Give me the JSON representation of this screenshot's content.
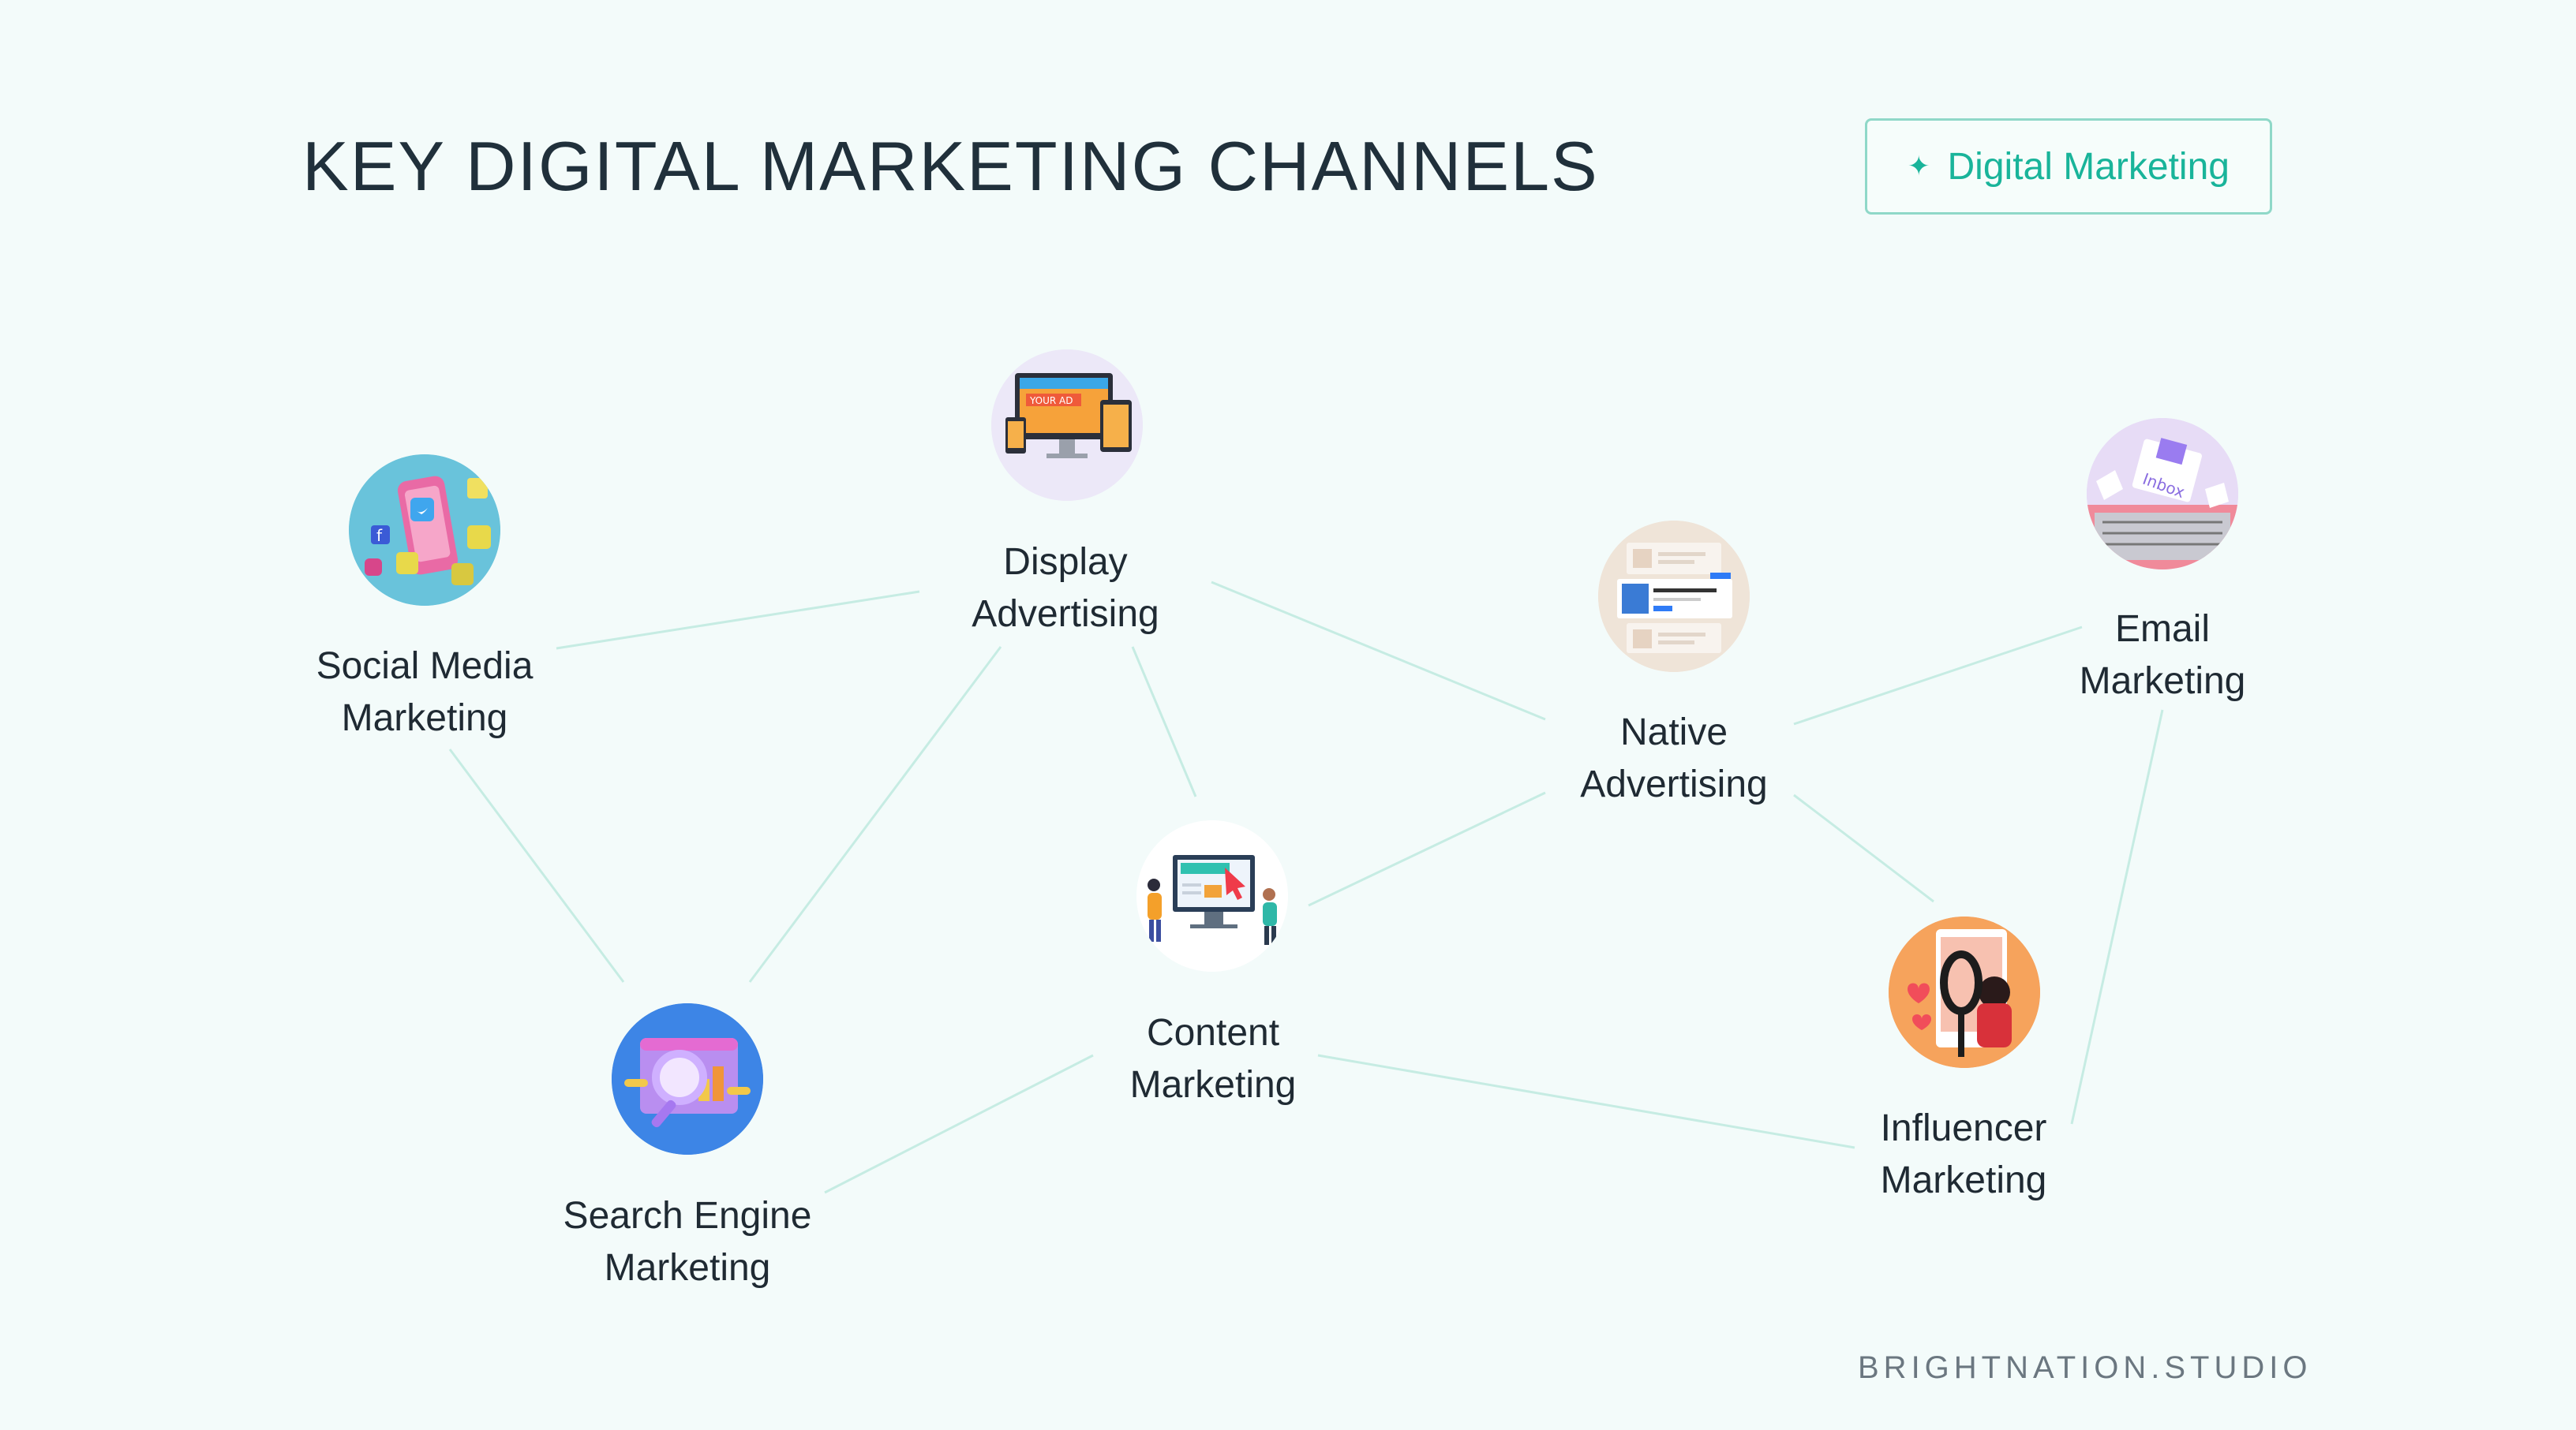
{
  "title": "KEY DIGITAL MARKETING CHANNELS",
  "tag": {
    "label": "Digital Marketing",
    "icon": "sparkle-icon"
  },
  "footer": "BRIGHTNATION.STUDIO",
  "colors": {
    "background": "#f3fbfa",
    "accent": "#19b49a",
    "edge": "#c6ece3",
    "text": "#1f2a33"
  },
  "nodes": [
    {
      "id": "social",
      "line1": "Social Media",
      "line2": "Marketing",
      "icon": "social-media-phone-icon"
    },
    {
      "id": "display",
      "line1": "Display",
      "line2": "Advertising",
      "icon": "display-ad-devices-icon"
    },
    {
      "id": "native",
      "line1": "Native",
      "line2": "Advertising",
      "icon": "native-ad-article-icon"
    },
    {
      "id": "email",
      "line1": "Email",
      "line2": "Marketing",
      "icon": "email-inbox-laptop-icon"
    },
    {
      "id": "content",
      "line1": "Content",
      "line2": "Marketing",
      "icon": "content-monitor-icon"
    },
    {
      "id": "search",
      "line1": "Search Engine",
      "line2": "Marketing",
      "icon": "search-magnifier-icon"
    },
    {
      "id": "influencer",
      "line1": "Influencer",
      "line2": "Marketing",
      "icon": "influencer-ring-light-icon"
    }
  ],
  "edges": [
    [
      "social",
      "display"
    ],
    [
      "social",
      "search"
    ],
    [
      "display",
      "search"
    ],
    [
      "display",
      "content"
    ],
    [
      "display",
      "native"
    ],
    [
      "native",
      "content"
    ],
    [
      "native",
      "email"
    ],
    [
      "native",
      "influencer"
    ],
    [
      "email",
      "influencer"
    ],
    [
      "content",
      "search"
    ],
    [
      "content",
      "influencer"
    ]
  ]
}
